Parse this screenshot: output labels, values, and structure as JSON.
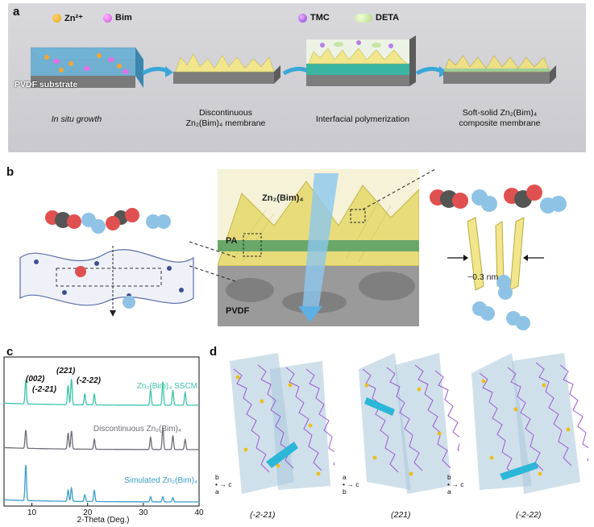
{
  "panel_a": {
    "letter": "a",
    "legend": {
      "zn": "Zn²⁺",
      "bim": "Bim",
      "tmc": "TMC",
      "deta": "DETA"
    },
    "substrate_label": "PVDF substrate",
    "steps": {
      "step1": "In situ growth",
      "step2_line1": "Discontinuous",
      "step2_line2": "Zn₂(Bim)₄ membrane",
      "step3": "Interfacial polymerization",
      "step4_line1": "Soft-solid Zn₂(Bim)₄",
      "step4_line2": "composite membrane"
    }
  },
  "panel_b": {
    "letter": "b",
    "label_zn": "Zn₂(Bim)₄",
    "label_pa": "PA",
    "label_pvdf": "PVDF",
    "label_gap": "~0.3 nm"
  },
  "panel_c": {
    "letter": "c",
    "chart_data": {
      "type": "line",
      "xlabel": "2-Theta (Deg.)",
      "xlim": [
        5,
        40
      ],
      "x_ticks": [
        "10",
        "20",
        "30",
        "40"
      ],
      "series": [
        {
          "name": "Zn₂(Bim)₄ SSCM",
          "color": "#3cc4a8",
          "peaks": [
            [
              8.9,
              0.55
            ],
            [
              16.5,
              0.45
            ],
            [
              17.1,
              0.6
            ],
            [
              19.5,
              0.25
            ],
            [
              21.2,
              0.25
            ],
            [
              31.3,
              0.35
            ],
            [
              33.5,
              0.55
            ],
            [
              35.3,
              0.35
            ],
            [
              37.5,
              0.3
            ]
          ]
        },
        {
          "name": "Discontinuous Zn₂(Bim)₄",
          "color": "#6e6e78",
          "peaks": [
            [
              8.9,
              0.45
            ],
            [
              16.5,
              0.4
            ],
            [
              17.1,
              0.45
            ],
            [
              21.2,
              0.25
            ],
            [
              31.3,
              0.3
            ],
            [
              33.5,
              0.55
            ],
            [
              35.3,
              0.35
            ],
            [
              37.5,
              0.25
            ]
          ]
        },
        {
          "name": "Simulated Zn₂(Bim)₄",
          "color": "#3a9ec9",
          "peaks": [
            [
              8.9,
              0.8
            ],
            [
              16.5,
              0.25
            ],
            [
              17.1,
              0.3
            ],
            [
              19.5,
              0.15
            ],
            [
              21.2,
              0.25
            ],
            [
              31.3,
              0.12
            ],
            [
              33.5,
              0.12
            ],
            [
              35.3,
              0.1
            ]
          ]
        }
      ],
      "annotations": [
        "(002)",
        "(-2-21)",
        "(221)",
        "(-2-22)"
      ]
    }
  },
  "panel_d": {
    "letter": "d",
    "captions": [
      "(-2-21)",
      "(221)",
      "(-2-22)"
    ],
    "axes": [
      {
        "up": "b",
        "right": "c",
        "down": "a"
      },
      {
        "up": "a",
        "right": "c",
        "down": "b"
      },
      {
        "up": "b",
        "right": "c",
        "down": "a"
      }
    ],
    "colors": {
      "framework": "#9b59d6",
      "zn": "#e8c020",
      "channel": "#2cb6d8",
      "plane": "#a9c7db"
    }
  }
}
